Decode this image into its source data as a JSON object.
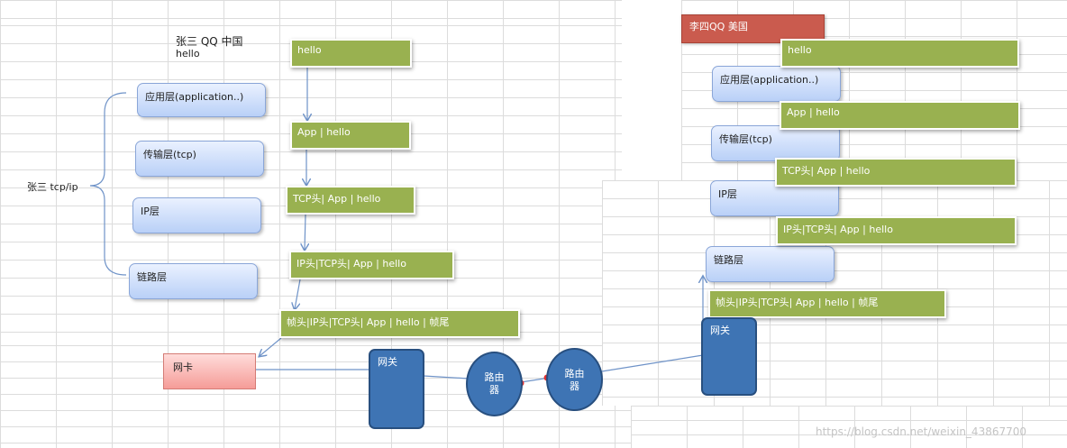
{
  "left": {
    "title": "张三  QQ  中国",
    "subtitle": "hello",
    "stack_label": "张三 tcp/ip",
    "layers": [
      "应用层(application..)",
      "传输层(tcp)",
      "IP层",
      "链路层"
    ],
    "packets": [
      "hello",
      "App |    hello",
      "TCP头| App |    hello",
      "IP头|TCP头| App |    hello",
      "帧头|IP头|TCP头| App |    hello | 帧尾"
    ],
    "nic": "网卡"
  },
  "middle": {
    "gateway": "网关",
    "router1": "路由器",
    "router2": "路由器"
  },
  "right": {
    "title": "李四QQ 美国",
    "layers": [
      "应用层(application..)",
      "传输层(tcp)",
      "IP层",
      "链路层"
    ],
    "packets": [
      "hello",
      "App |    hello",
      "TCP头| App |    hello",
      "IP头|TCP头| App |    hello",
      "帧头|IP头|TCP头| App |    hello | 帧尾"
    ],
    "gateway": "网关"
  },
  "watermark": "https://blog.csdn.net/weixin_43867700",
  "colors": {
    "packet_green": "#99b150",
    "layer_blue": "#b9d0f7",
    "node_blue": "#3e74b4",
    "title_red": "#ca5b4e",
    "nic_pink": "#f59c98",
    "arrow": "#6f93c8"
  }
}
